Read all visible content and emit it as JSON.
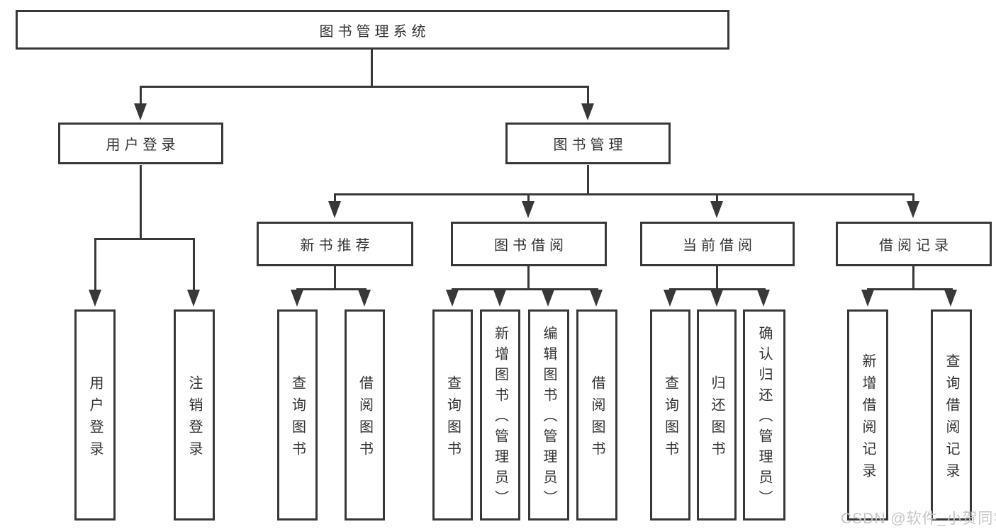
{
  "root": {
    "label": "图书管理系统"
  },
  "branches": {
    "login": {
      "label": "用户登录",
      "children": [
        {
          "label": "用户登录"
        },
        {
          "label": "注销登录"
        }
      ]
    },
    "book_mgmt": {
      "label": "图书管理",
      "sections": [
        {
          "label": "新书推荐",
          "children": [
            {
              "label": "查询图书"
            },
            {
              "label": "借阅图书"
            }
          ]
        },
        {
          "label": "图书借阅",
          "children": [
            {
              "label": "查询图书"
            },
            {
              "label": "新增图书（管理员）"
            },
            {
              "label": "编辑图书（管理员）"
            },
            {
              "label": "借阅图书"
            }
          ]
        },
        {
          "label": "当前借阅",
          "children": [
            {
              "label": "查询图书"
            },
            {
              "label": "归还图书"
            },
            {
              "label": "确认归还（管理员）"
            }
          ]
        },
        {
          "label": "借阅记录",
          "children": [
            {
              "label": "新增借阅记录"
            },
            {
              "label": "查询借阅记录"
            }
          ]
        }
      ]
    }
  },
  "watermark": {
    "text": "CSDN @软件_小贺同学"
  },
  "colors": {
    "line": "#383838",
    "text": "#333333",
    "box_bg": "#ffffff",
    "page_bg": "#ffffff",
    "watermark": "#c6c6c6"
  }
}
